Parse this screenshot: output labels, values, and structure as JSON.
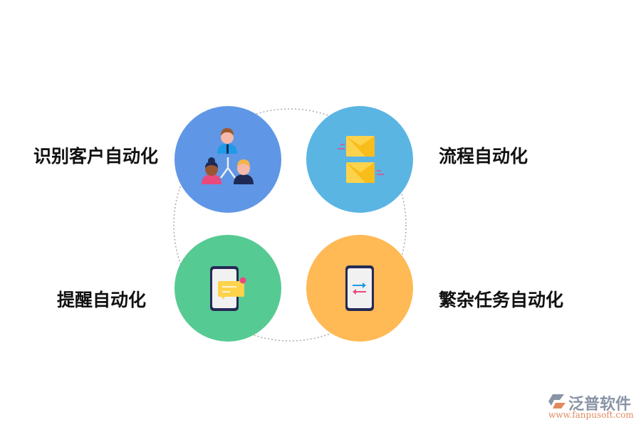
{
  "items": [
    {
      "label": "识别客户自动化",
      "color": "#5f97e6",
      "icon": "people-hierarchy-icon"
    },
    {
      "label": "流程自动化",
      "color": "#5ab5e3",
      "icon": "envelopes-icon"
    },
    {
      "label": "提醒自动化",
      "color": "#56ca93",
      "icon": "phone-message-icon"
    },
    {
      "label": "繁杂任务自动化",
      "color": "#ffb955",
      "icon": "phone-transfer-icon"
    }
  ],
  "logo": {
    "name": "泛普软件",
    "url": "www.fanpusoft.com"
  }
}
